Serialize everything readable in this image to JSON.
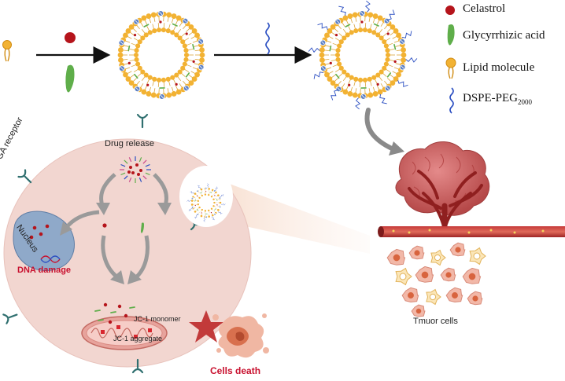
{
  "legend": {
    "celastrol": "Celastrol",
    "glycyrrhizic_acid": "Glycyrrhizic acid",
    "lipid_molecule": "Lipid molecule",
    "dspe_peg_main": "DSPE-PEG",
    "dspe_peg_sub": "2000"
  },
  "labels": {
    "drug_release": "Drug release",
    "ga_receptor": "GA receptor",
    "nucleus": "Nucleus",
    "dna_damage": "DNA damage",
    "jc1_monomer": "JC-1 monomer",
    "jc1_aggregate": "JC-1 aggregate",
    "cells_death": "Cells death",
    "tumor_cells": "Tmuor cells"
  },
  "colors": {
    "celastrol": "#b5141b",
    "glycyrrhizic_acid": "#5fae4a",
    "lipid_head": "#f2b233",
    "peg": "#2b4fc2",
    "cell": "#f2d6d0",
    "tumor": "#c85a5a",
    "dna_damage": "#c8102e"
  },
  "icons": [
    "celastrol-dot-icon",
    "glycyrrhizic-acid-icon",
    "lipid-molecule-icon",
    "dspe-peg-icon",
    "liposome-icon",
    "peg-liposome-icon",
    "tumor-icon",
    "blood-vessel-icon",
    "mitochondrion-icon",
    "nucleus-icon",
    "dna-icon",
    "star-icon",
    "receptor-icon",
    "arrow-icon"
  ]
}
